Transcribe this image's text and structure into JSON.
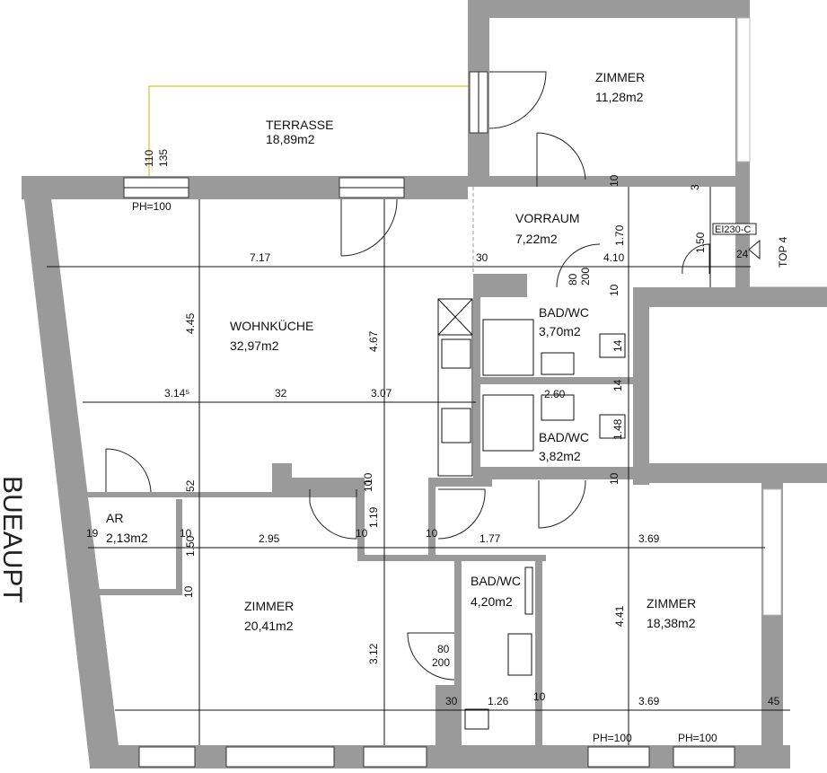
{
  "rooms": {
    "terrasse": {
      "name": "TERRASSE",
      "area": "18,89m2"
    },
    "zimmer_top": {
      "name": "ZIMMER",
      "area": "11,28m2"
    },
    "vorraum": {
      "name": "VORRAUM",
      "area": "7,22m2"
    },
    "wohnkueche": {
      "name": "WOHNKÜCHE",
      "area": "32,97m2"
    },
    "bad_wc_1": {
      "name": "BAD/WC",
      "area": "3,70m2"
    },
    "bad_wc_2": {
      "name": "BAD/WC",
      "area": "3,82m2"
    },
    "ar": {
      "name": "AR",
      "area": "2,13m2"
    },
    "zimmer_left": {
      "name": "ZIMMER",
      "area": "20,41m2"
    },
    "bad_wc_3": {
      "name": "BAD/WC",
      "area": "4,20m2"
    },
    "zimmer_right": {
      "name": "ZIMMER",
      "area": "18,38m2"
    }
  },
  "labels": {
    "ph_top": "PH=100",
    "ph_bottom_1": "PH=100",
    "ph_bottom_2": "PH=100",
    "fire_door": "EI230-C",
    "top_unit": "TOP 4",
    "street_fragment": "BUEAUPT"
  },
  "dimensions": {
    "d110": "110",
    "d135": "135",
    "d717": "7.17",
    "d30a": "30",
    "d410": "4.10",
    "d24": "24",
    "d445": "4.45",
    "d467": "4.67",
    "d170": "1.70",
    "d150a": "1.50",
    "d10a": "10",
    "d10b": "10",
    "d3a": "3",
    "d80a": "80",
    "d200a": "200",
    "d3145": "3.14⁵",
    "d32": "32",
    "d307": "3.07",
    "d260": "2.60",
    "d14a": "14",
    "d14b": "14",
    "d148": "1.48",
    "d10c": "10",
    "d52": "52",
    "d10d": "10",
    "d119": "1.19",
    "d10e": "10",
    "d19": "19",
    "d150b": "1.50",
    "d295": "2.95",
    "d10f": "10",
    "d10g": "10",
    "d177": "1.77",
    "d369a": "3.69",
    "d10h": "10",
    "d10i": "10",
    "d312": "3.12",
    "d441": "4.41",
    "d80b": "80",
    "d200b": "200",
    "d30b": "30",
    "d126": "1.26",
    "d10j": "10",
    "d369b": "3.69",
    "d45": "45"
  }
}
